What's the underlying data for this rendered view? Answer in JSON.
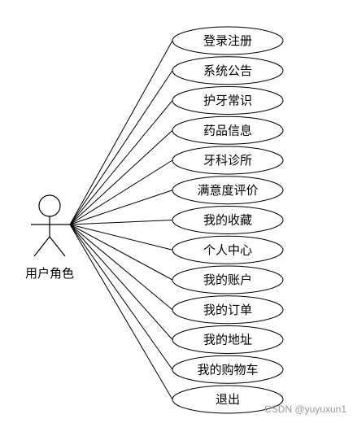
{
  "actor": {
    "label": "用户角色"
  },
  "use_cases": [
    "登录注册",
    "系统公告",
    "护牙常识",
    "药品信息",
    "牙科诊所",
    "满意度评价",
    "我的收藏",
    "个人中心",
    "我的账户",
    "我的订单",
    "我的地址",
    "我的购物车",
    "退出"
  ],
  "watermark": "CSDN @yuyuxun1"
}
